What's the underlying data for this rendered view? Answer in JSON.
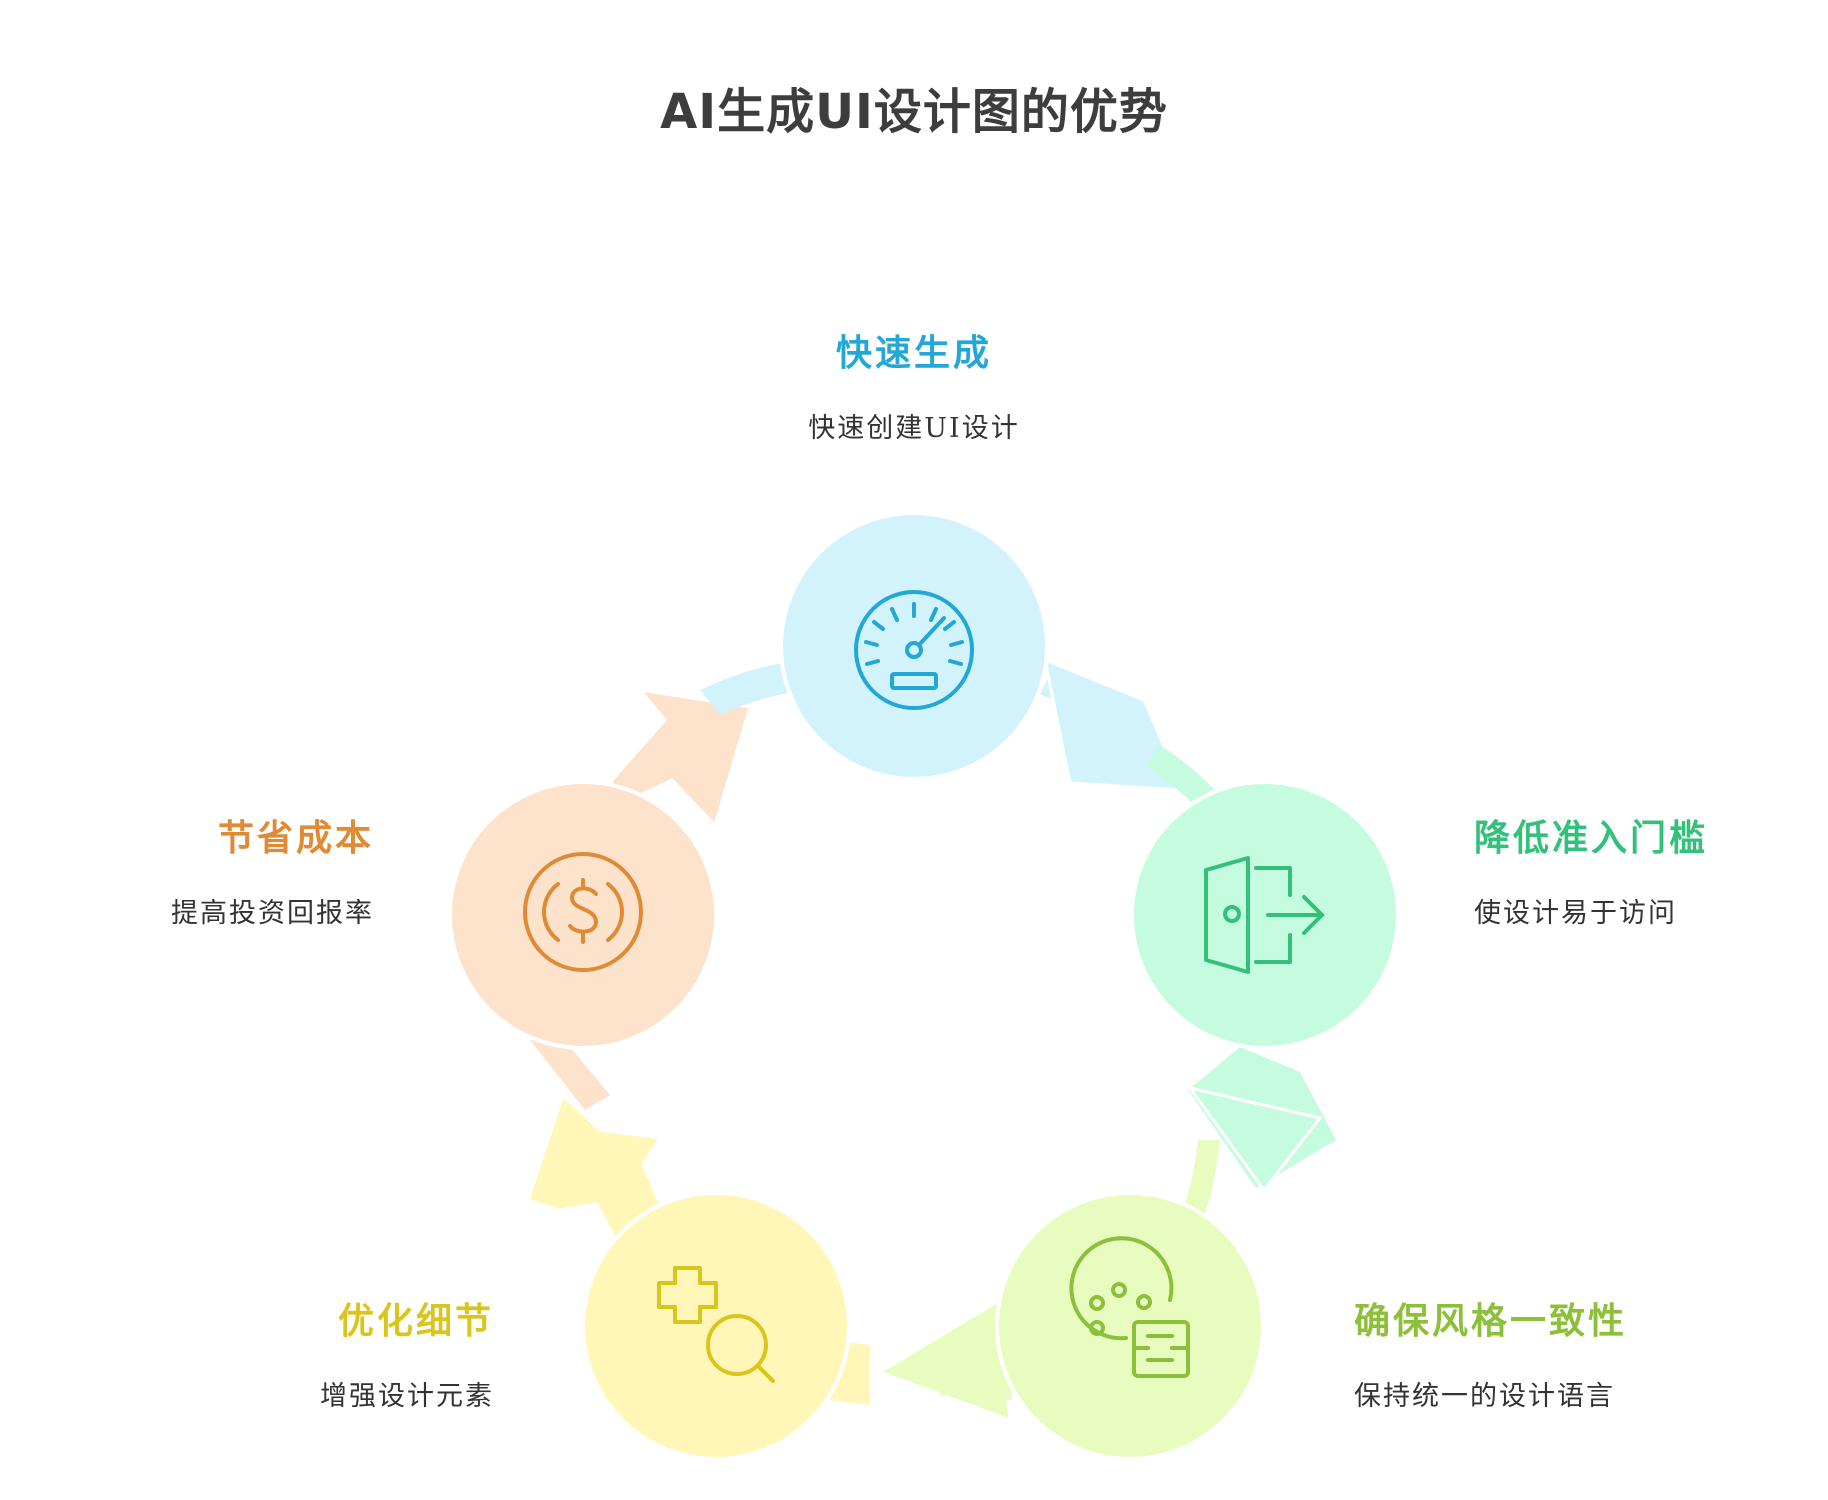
{
  "title": "AI生成UI设计图的优势",
  "steps": [
    {
      "title": "快速生成",
      "description": "快速创建UI设计",
      "icon": "speedometer-icon",
      "color": "#22a7d6",
      "fill": "#d3f3fc"
    },
    {
      "title": "降低准入门槛",
      "description": "使设计易于访问",
      "icon": "exit-door-icon",
      "color": "#32c07a",
      "fill": "#c5fce0"
    },
    {
      "title": "确保风格一致性",
      "description": "保持统一的设计语言",
      "icon": "palette-icon",
      "color": "#8cbf3a",
      "fill": "#e8fcc0"
    },
    {
      "title": "优化细节",
      "description": "增强设计元素",
      "icon": "zoom-in-icon",
      "color": "#d9c51c",
      "fill": "#fff6b8"
    },
    {
      "title": "节省成本",
      "description": "提高投资回报率",
      "icon": "dollar-coin-icon",
      "color": "#e08a35",
      "fill": "#fde2cc"
    }
  ]
}
